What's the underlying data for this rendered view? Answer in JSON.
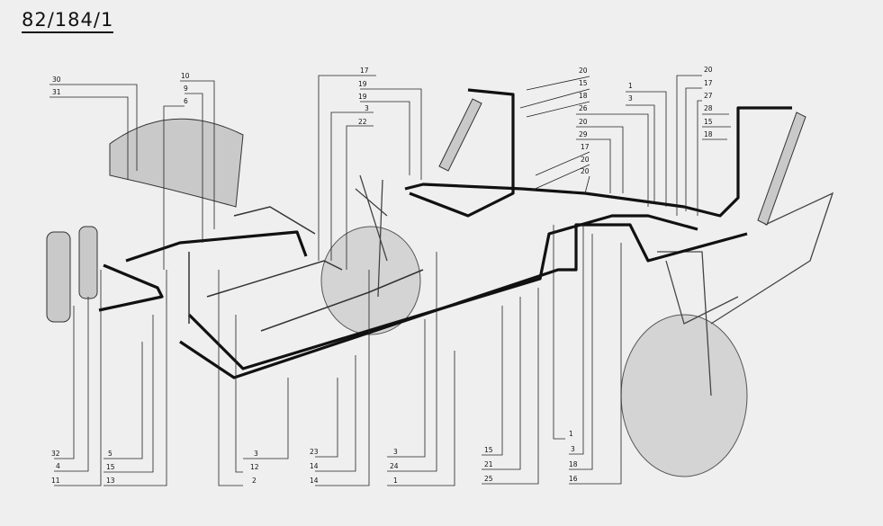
{
  "sheet_id": "82/184/1",
  "callouts": {
    "top_left": [
      "30",
      "31",
      "10",
      "9",
      "6"
    ],
    "top_center": [
      "17",
      "19",
      "19",
      "3",
      "22"
    ],
    "top_right_center": [
      "20",
      "15",
      "18",
      "26",
      "20",
      "29",
      "17",
      "20",
      "20"
    ],
    "top_right": [
      "1",
      "3",
      "20",
      "17",
      "27",
      "28",
      "15",
      "18"
    ],
    "bottom": [
      "32",
      "4",
      "11",
      "5",
      "15",
      "13",
      "3",
      "12",
      "2",
      "23",
      "14",
      "14",
      "3",
      "24",
      "1",
      "15",
      "21",
      "25",
      "1",
      "3",
      "18",
      "16"
    ]
  }
}
